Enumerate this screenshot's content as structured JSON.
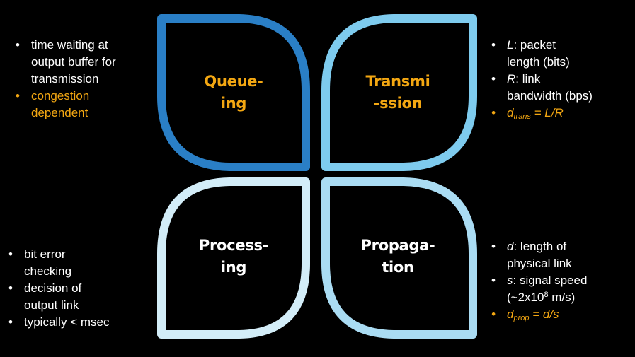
{
  "colors": {
    "queueing": "#2a7fc6",
    "transmission": "#7ecbee",
    "processing": "#d3edf8",
    "propagation": "#aadcf3",
    "highlight": "#f3a712",
    "text": "#ffffff",
    "background": "#000000"
  },
  "petals": {
    "queueing": {
      "line1": "Queue-",
      "line2": "ing"
    },
    "transmission": {
      "line1": "Transmi",
      "line2": "-ssion"
    },
    "processing": {
      "line1": "Process-",
      "line2": "ing"
    },
    "propagation": {
      "line1": "Propaga-",
      "line2": "tion"
    }
  },
  "queueing_notes": {
    "item1": {
      "line1": "time waiting at",
      "line2": "output buffer for",
      "line3": "transmission"
    },
    "item2": {
      "line1": "congestion",
      "line2": "dependent"
    }
  },
  "transmission_notes": {
    "item1": {
      "var": "L",
      "line1_rest": ": packet",
      "line2": "length (bits)"
    },
    "item2": {
      "var": "R",
      "line1_rest": ": link",
      "line2": "bandwidth (bps)"
    },
    "item3": {
      "d": "d",
      "sub": "trans",
      "rest": " = L/R"
    }
  },
  "processing_notes": {
    "item1": {
      "line1": "bit error",
      "line2": "checking"
    },
    "item2": {
      "line1": "decision of",
      "line2": "output link"
    },
    "item3": {
      "text": "typically < msec"
    }
  },
  "propagation_notes": {
    "item1": {
      "var": "d",
      "line1_rest": ": length of",
      "line2": "physical link"
    },
    "item2": {
      "var": "s",
      "line1_rest": ": signal speed",
      "line2_pre": "(~2x10",
      "line2_sup": "8",
      "line2_post": " m/s)"
    },
    "item3": {
      "d": "d",
      "sub": "prop",
      "rest": " = d/s"
    }
  }
}
